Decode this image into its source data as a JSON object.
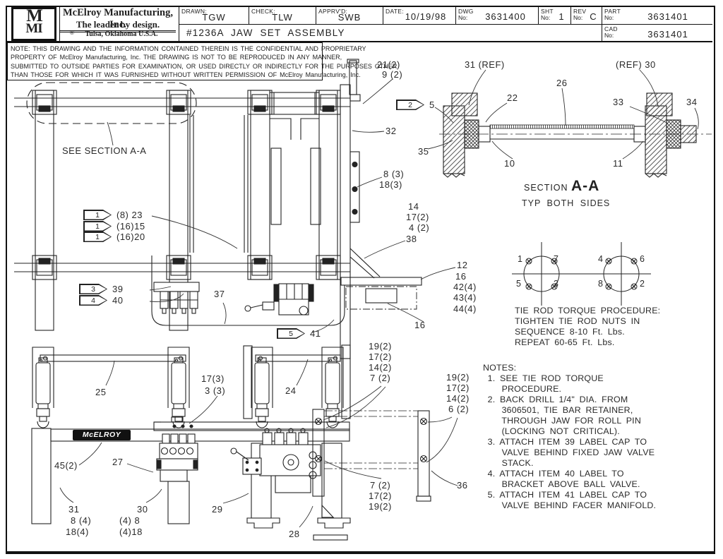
{
  "colors": {
    "line": "#222222",
    "bg": "#ffffff",
    "logo_bg": "#111111"
  },
  "title_block": {
    "logo_m": "M",
    "logo_mi": "MI",
    "registered": "®",
    "company": "McElroy Manufacturing, Inc.",
    "tagline": "The leader by design.",
    "address": "Tulsa, Oklahoma U.S.A.",
    "drawn_label": "DRAWN:",
    "drawn": "TGW",
    "check_label": "CHECK:",
    "check": "TLW",
    "apprvd_label": "APPRV'D:",
    "apprvd": "SWB",
    "date_label": "DATE:",
    "date": "10/19/98",
    "dwg_l1": "DWG",
    "dwg_l2": "No:",
    "dwg": "3631400",
    "sht_l1": "SHT",
    "sht_l2": "No:",
    "sht": "1",
    "rev_l1": "REV",
    "rev_l2": "No:",
    "rev": "C",
    "part_l1": "PART",
    "part_l2": "No:",
    "part": "3631401",
    "cad_l1": "CAD",
    "cad_l2": "No:",
    "cad": "3631401",
    "drawing_title": "#1236A JAW SET ASSEMBLY"
  },
  "confidentiality_note": "NOTE: THIS DRAWING AND THE INFORMATION CONTAINED THEREIN IS THE CONFIDENTIAL AND PROPRIETARY\nPROPERTY OF McElroy Manufacturing, Inc. THE DRAWING IS NOT TO BE REPRODUCED IN ANY MANNER,\nSUBMITTED TO OUTSIDE PARTIES FOR EXAMINATION, OR USED DIRECTLY OR INDIRECTLY FOR THE PURPOSES OTHER\nTHAN THOSE FOR WHICH IT WAS FURNISHED WITHOUT WRITTEN PERMISSION OF McElroy Manufacturing, Inc.",
  "plan_view": {
    "see_section": "SEE SECTION A-A"
  },
  "section_view": {
    "label": "SECTION",
    "name": "A-A",
    "sub": "TYP BOTH SIDES"
  },
  "torque": {
    "text": "TIE ROD TORQUE PROCEDURE:\nTIGHTEN TIE ROD NUTS IN\nSEQUENCE 8-10 Ft. Lbs.\nREPEAT 60-65 Ft. Lbs.",
    "seq": {
      "l_tl": "1",
      "l_tr": "7",
      "l_bl": "5",
      "l_br": "3",
      "r_tl": "4",
      "r_tr": "6",
      "r_bl": "8",
      "r_br": "2"
    }
  },
  "notes_text": "NOTES:\n 1. SEE TIE ROD TORQUE\n    PROCEDURE.\n 2. BACK DRILL 1/4\" DIA. FROM\n    3606501, TIE BAR RETAINER,\n    THROUGH JAW FOR ROLL PIN\n    (LOCKING NOT CRITICAL).\n 3. ATTACH ITEM 39 LABEL CAP TO\n    VALVE BEHIND FIXED JAW VALVE\n    STACK.\n 4. ATTACH ITEM 40 LABEL TO\n    BRACKET ABOVE BALL VALVE.\n 5. ATTACH ITEM 41 LABEL CAP TO\n    VALVE BEHIND FACER MANIFOLD.",
  "beam_logo": "McELROY",
  "flags": {
    "f1a": {
      "n": "1",
      "t": "(8) 23"
    },
    "f1b": {
      "n": "1",
      "t": "(16)15"
    },
    "f1c": {
      "n": "1",
      "t": "(16)20"
    },
    "f2": {
      "n": "2",
      "t": "5"
    },
    "f3": {
      "n": "3",
      "t": "39"
    },
    "f4": {
      "n": "4",
      "t": "40"
    },
    "f5": {
      "n": "5",
      "t": "41"
    }
  },
  "callouts": {
    "c21": "21(2)",
    "c9": "9 (2)",
    "c31ref": "31 (REF)",
    "ref30": "(REF) 30",
    "c26": "26",
    "c22": "22",
    "c33": "33",
    "c34": "34",
    "c32": "32",
    "c35": "35",
    "c10": "10",
    "c11": "11",
    "c8_3": "8 (3)",
    "c18_3": "18(3)",
    "c14": "14",
    "c17_2": "17(2)",
    "c4_2": "4 (2)",
    "c38": "38",
    "c12": "12",
    "c16a": "16",
    "c42": "42(4)",
    "c43": "43(4)",
    "c44": "44(4)",
    "c37": "37",
    "c16b": "16",
    "c19a": "19(2)",
    "c17a": "17(2)",
    "c14a": "14(2)",
    "c7a": "7 (2)",
    "c19b": "19(2)",
    "c17b": "17(2)",
    "c14b": "14(2)",
    "c6b": "6 (2)",
    "c7c": "7 (2)",
    "c17c": "17(2)",
    "c19c": "19(2)",
    "c36": "36",
    "c25": "25",
    "c17_3": "17(3)",
    "c3_3": "3 (3)",
    "c24": "24",
    "c45": "45(2)",
    "c27": "27",
    "c31b": "31",
    "c8_4": "8 (4)",
    "c18_4": "18(4)",
    "c30": "30",
    "c4_8": "(4) 8",
    "c4_18": "(4)18",
    "c29": "29",
    "c28": "28"
  }
}
